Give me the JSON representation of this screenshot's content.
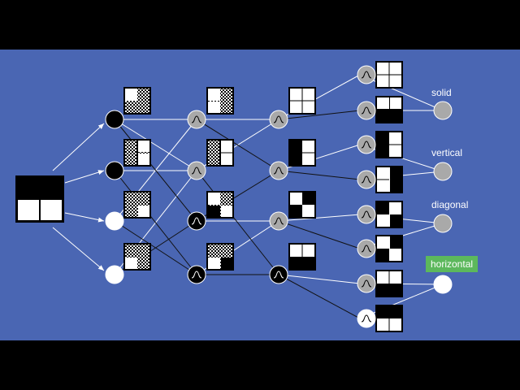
{
  "labels": {
    "solid": "solid",
    "vertical": "vertical",
    "diagonal": "diagonal",
    "horizontal": "horizontal"
  },
  "colors": {
    "background": "#4a66b3",
    "letterbox": "#000000",
    "highlight": "#5cb85c",
    "neuron_gray": "#a9a9a9"
  }
}
